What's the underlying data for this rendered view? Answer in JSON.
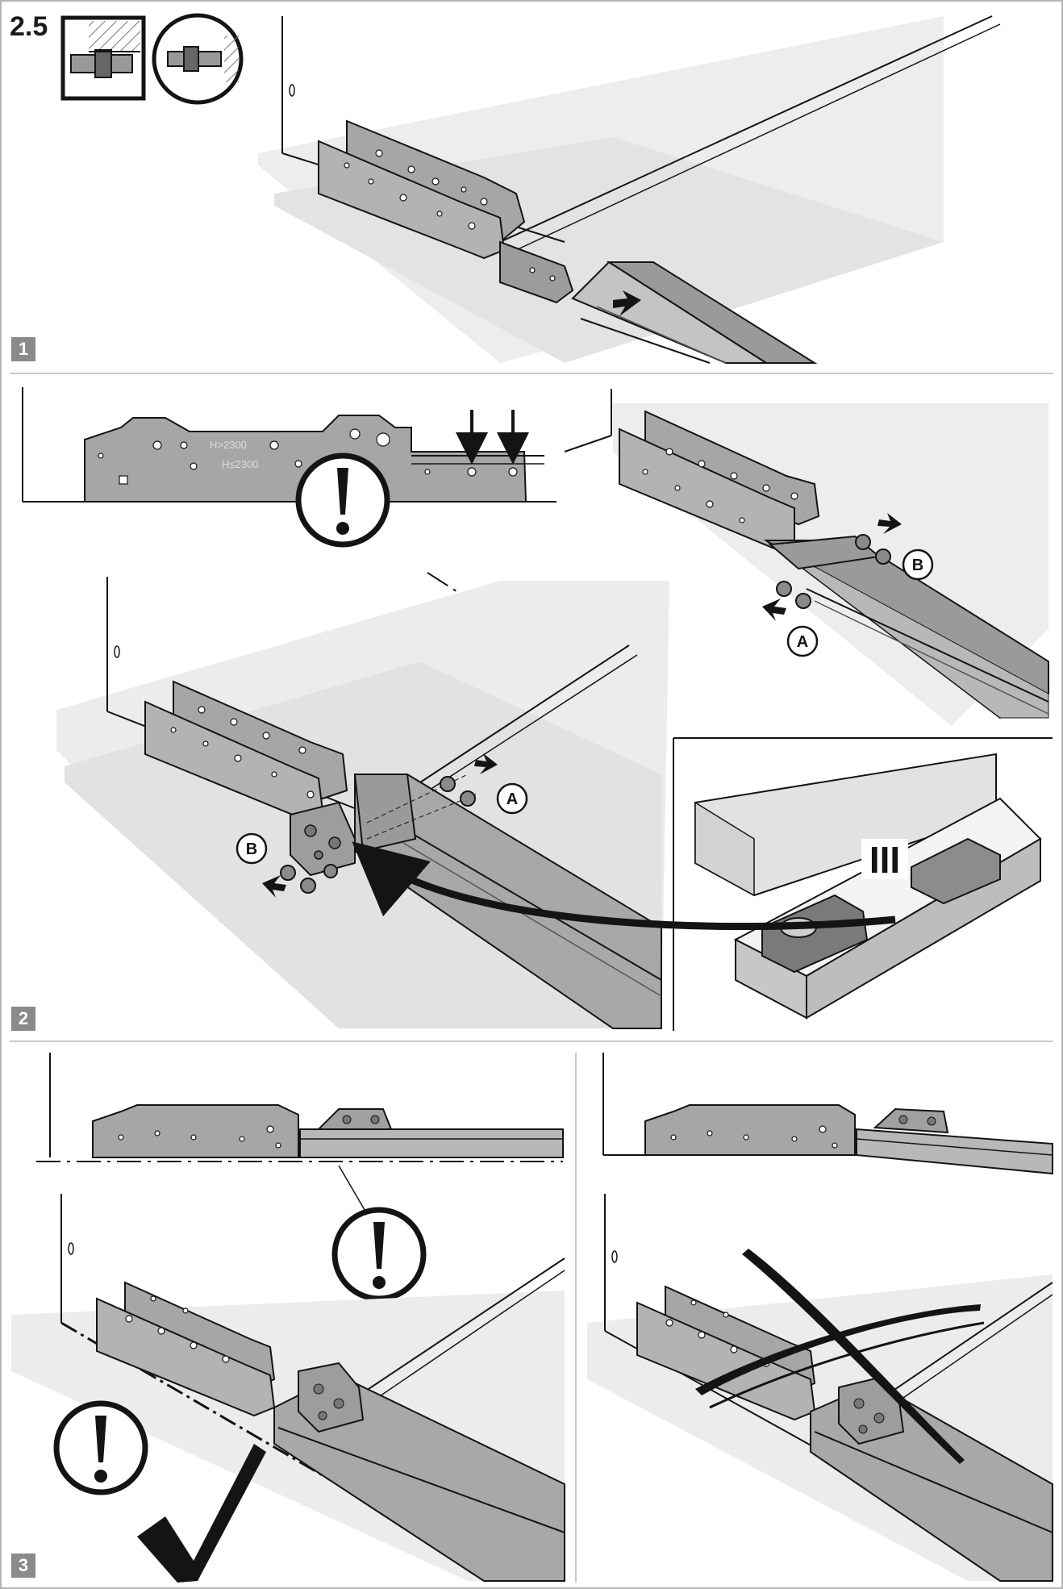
{
  "header": {
    "step_number": "2.5"
  },
  "panels": [
    {
      "badge": "1"
    },
    {
      "badge": "2"
    },
    {
      "badge": "3"
    }
  ],
  "labels": {
    "fastener_a": "A",
    "fastener_b": "B",
    "roman_three": "III",
    "height_above": "H>2300",
    "height_below": "H≤2300"
  },
  "colors": {
    "metal": "#a6a6a6",
    "metal_dark": "#6e6e6e",
    "floor": "#e9e9e9",
    "ink": "#141414"
  }
}
